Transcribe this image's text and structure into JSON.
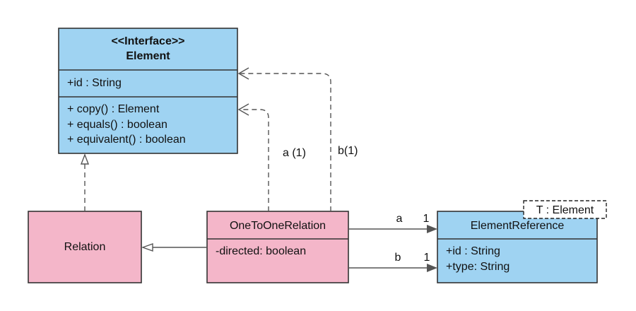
{
  "element": {
    "stereotype": "<<Interface>>",
    "name": "Element",
    "attributes": [
      "+id : String"
    ],
    "operations": [
      "+ copy() : Element",
      "+ equals() : boolean",
      "+ equivalent() : boolean"
    ]
  },
  "relation": {
    "name": "Relation"
  },
  "one_to_one": {
    "name": "OneToOneRelation",
    "attributes": [
      "-directed: boolean"
    ]
  },
  "element_reference": {
    "name": "ElementReference",
    "template_param": "T : Element",
    "attributes": [
      "+id : String",
      "+type: String"
    ]
  },
  "edges": {
    "dep_a_label": "a (1)",
    "dep_b_label": "b(1)",
    "assoc_a_role": "a",
    "assoc_a_mult": "1",
    "assoc_b_role": "b",
    "assoc_b_mult": "1"
  },
  "colors": {
    "interface_fill": "#9fd3f2",
    "class_fill": "#f4b6c9"
  }
}
